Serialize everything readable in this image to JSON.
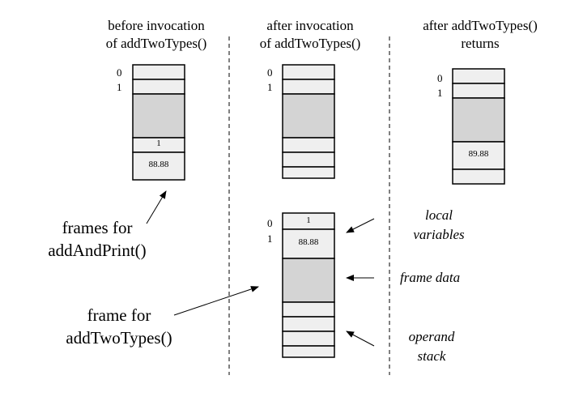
{
  "columns": {
    "before": {
      "line1": "before invocation",
      "line2": "of addTwoTypes()"
    },
    "after_invocation": {
      "line1": "after invocation",
      "line2": "of addTwoTypes()"
    },
    "after_returns": {
      "line1": "after addTwoTypes()",
      "line2": "returns"
    }
  },
  "stack_before": {
    "index0": "0",
    "index1": "1",
    "operand_value_1": "1",
    "operand_value_2": "88.88"
  },
  "stack_during": {
    "index0": "0",
    "index1": "1"
  },
  "stack_after": {
    "index0": "0",
    "index1": "1",
    "operand_value": "89.88"
  },
  "new_frame": {
    "index0": "0",
    "index1": "1",
    "local_0": "1",
    "local_1": "88.88"
  },
  "labels": {
    "frames_for": "frames for",
    "frames_for_method": "addAndPrint()",
    "frame_for": "frame for",
    "frame_for_method": "addTwoTypes()"
  },
  "annotations": {
    "local_variables_1": "local",
    "local_variables_2": "variables",
    "frame_data": "frame data",
    "operand_stack_1": "operand",
    "operand_stack_2": "stack"
  },
  "colors": {
    "slot": "#efefef",
    "frame_data": "#d4d4d4",
    "line": "#000000"
  }
}
